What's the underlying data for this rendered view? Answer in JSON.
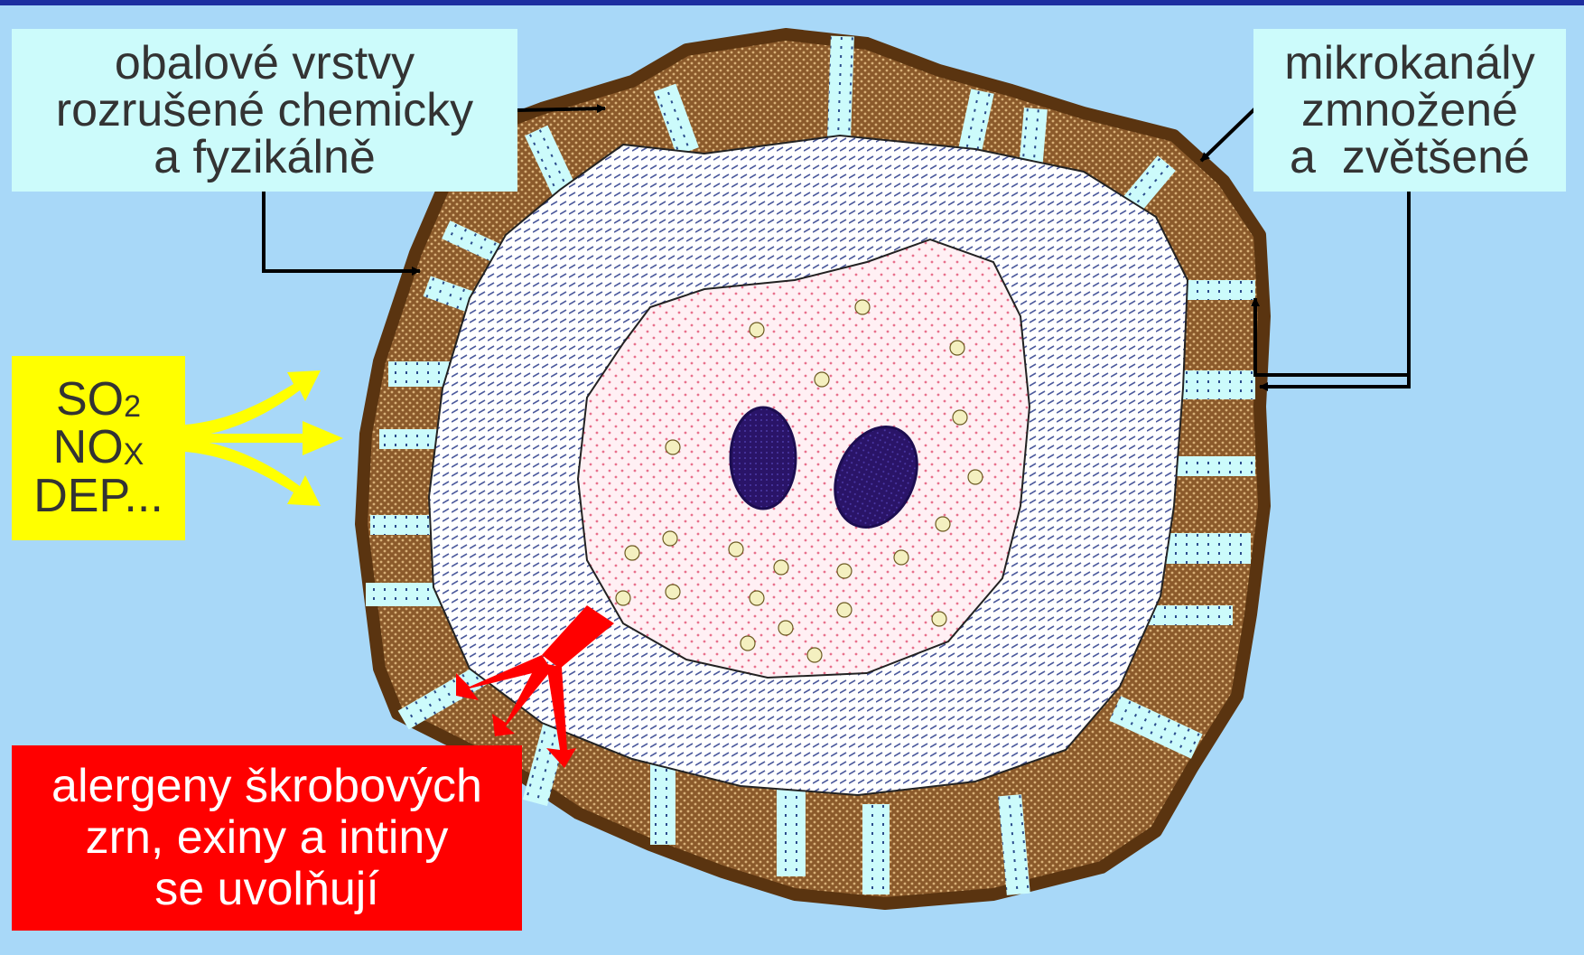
{
  "labels": {
    "coat_layers": [
      "obalové vrstvy",
      "rozrušené chemicky",
      "a fyzikálně"
    ],
    "microchannels": [
      "mikrokanály",
      "zmnožené",
      "a  zvětšené"
    ],
    "pollutants": {
      "so2_main": "SO",
      "so2_sub": "2",
      "nox_main": "NO",
      "nox_sub": "X",
      "dep": "DEP..."
    },
    "allergens": [
      "alergeny škrobových",
      "zrn, exiny a intiny",
      "se uvolňují"
    ]
  },
  "colors": {
    "background": "#a8d8f8",
    "top_bar": "#1d2ea0",
    "label_fill": "#ccfbfb",
    "pollutant_fill": "#ffff00",
    "allergen_fill": "#ff0000",
    "exine_brown": "#8b5a2b",
    "exine_dark": "#6b3e13",
    "intine_stripes": "#4c5a9c",
    "cytoplasm_dots": "#e8708c",
    "nucleus": "#2a1468",
    "starch_grain": "#f4f0c0",
    "yellow_arrow": "#ffff00",
    "red_arrow": "#ff0000"
  }
}
